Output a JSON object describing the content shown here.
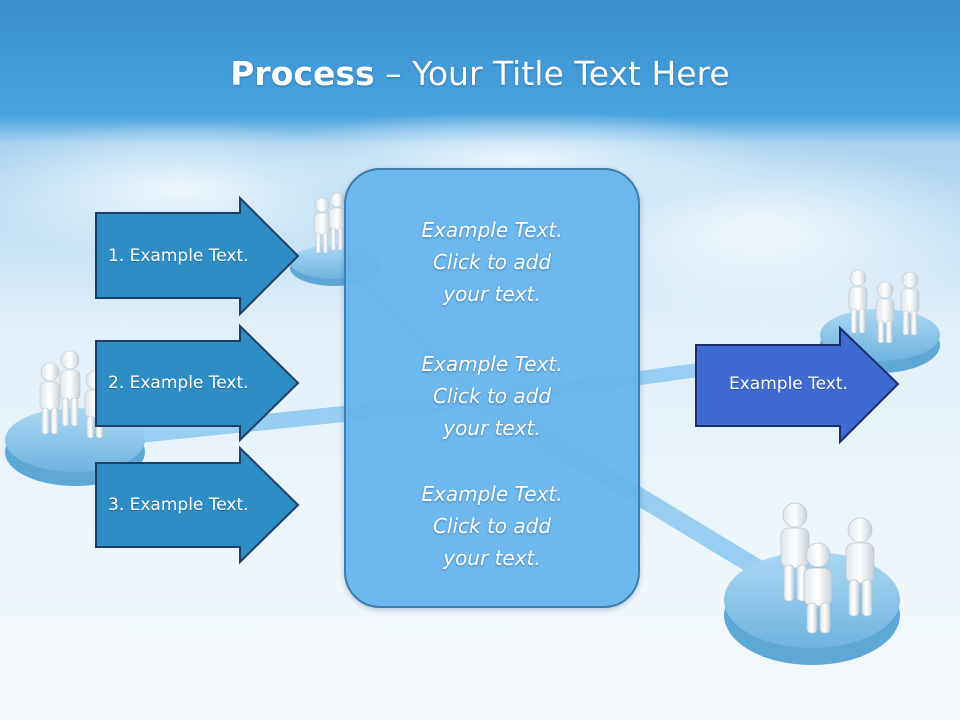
{
  "slide": {
    "title_bold": "Process",
    "title_rest": " – Your Title Text Here"
  },
  "inputs": [
    {
      "label": "1. Example Text."
    },
    {
      "label": "2. Example Text."
    },
    {
      "label": "3. Example Text."
    }
  ],
  "center": {
    "blocks": [
      "Example Text.\nClick  to add\nyour text.",
      "Example Text.\nClick  to add\nyour text.",
      "Example Text.\nClick  to add\nyour text."
    ]
  },
  "output": {
    "label": "Example Text."
  },
  "colors": {
    "header_top": "#3a8fce",
    "header_bottom": "#4aa3df",
    "input_arrow_fill": "#2f8dc6",
    "input_arrow_stroke": "#1e3f66",
    "output_arrow_fill": "#3d6bd1",
    "output_arrow_stroke": "#1b2e6b",
    "center_fill": "#68b6ee",
    "platform": "#8cc8ec"
  }
}
